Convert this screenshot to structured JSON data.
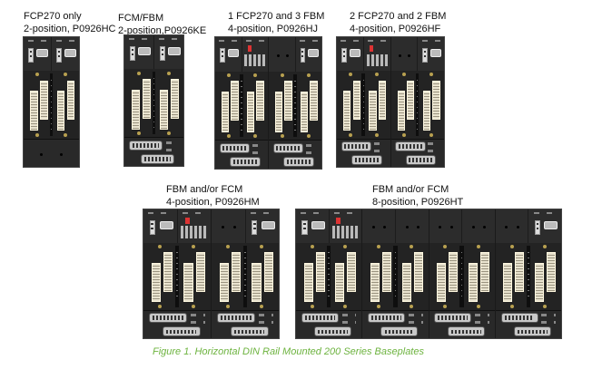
{
  "figure": {
    "caption": "Figure 1. Horizontal DIN Rail Mounted 200 Series Baseplates",
    "caption_color": "#6db33f",
    "baseplates": [
      {
        "line1": "FCP270 only",
        "line2": "2-position, P0926HC",
        "positions": 2,
        "tops": [
          "power",
          "power"
        ],
        "bottom": "blank"
      },
      {
        "line1": "FCM/FBM",
        "line2": "2-position,P0926KE",
        "positions": 2,
        "tops": [
          "power",
          "power"
        ],
        "bottom": "dsub"
      },
      {
        "line1": "1 FCP270 and 3 FBM",
        "line2": "4-position, P0926HJ",
        "positions": 4,
        "tops": [
          "power",
          "switch",
          "blank",
          "power"
        ],
        "bottom": "dsub"
      },
      {
        "line1": "2 FCP270 and 2 FBM",
        "line2": "4-position, P0926HF",
        "positions": 4,
        "tops": [
          "power",
          "switch",
          "blank",
          "power"
        ],
        "bottom": "dsub"
      },
      {
        "line1": "FBM and/or FCM",
        "line2": "4-position, P0926HM",
        "positions": 4,
        "tops": [
          "power",
          "switch",
          "blank",
          "power"
        ],
        "bottom": "dsub"
      },
      {
        "line1": "FBM and/or FCM",
        "line2": "8-position, P0926HT",
        "positions": 8,
        "tops": [
          "power",
          "switch",
          "blank",
          "blank",
          "blank",
          "blank",
          "blank",
          "power"
        ],
        "bottom": "dsub"
      }
    ]
  }
}
